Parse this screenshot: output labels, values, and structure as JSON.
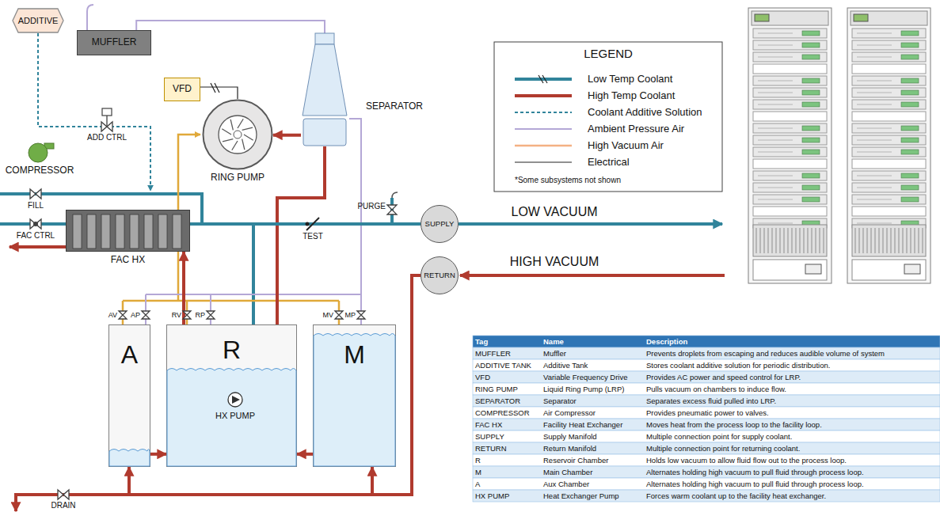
{
  "diagram": {
    "nodes": [
      {
        "text": [
          "ADDITIVE"
        ]
      },
      {
        "text": [
          "MUFFLER"
        ]
      },
      {
        "text": [
          "VFD"
        ]
      },
      {
        "text": [
          "RING PUMP"
        ]
      },
      {
        "text": [
          "SEPARATOR"
        ]
      },
      {
        "text": [
          "COMPRESSOR"
        ]
      },
      {
        "text": [
          "FAC HX"
        ]
      },
      {
        "text": [
          "SUPPLY"
        ]
      },
      {
        "text": [
          "RETURN"
        ]
      },
      {
        "text": [
          "A"
        ]
      },
      {
        "text": [
          "R"
        ]
      },
      {
        "text": [
          "HX PUMP"
        ],
        "in": 10
      },
      {
        "text": [
          "M"
        ]
      }
    ],
    "edges": [
      {
        "from": 4,
        "to": 3,
        "arrow": "to"
      },
      {
        "from": 4,
        "to": 10,
        "arrow": "none"
      },
      {
        "from": 11,
        "to": 6,
        "arrow": "to"
      },
      {
        "from": 6,
        "to": 7,
        "arrow": "none"
      },
      {
        "from": 8,
        "to": 12,
        "arrow": "to"
      },
      {
        "from": 8,
        "to": 9,
        "arrow": "to"
      },
      {
        "from": 9,
        "to": 10,
        "arrow": "to"
      },
      {
        "from": 12,
        "to": 10,
        "arrow": "to"
      },
      {
        "from": 1,
        "to": 4,
        "arrow": "none"
      },
      {
        "from": 2,
        "to": 3,
        "arrow": "none"
      }
    ],
    "labels": [
      "FILL",
      "FAC CTRL",
      "ADD CTRL",
      "TEST",
      "PURGE",
      "AV",
      "AP",
      "RV",
      "RP",
      "MV",
      "MP",
      "DRAIN",
      "LOW VACUUM",
      "HIGH VACUUM",
      "LEGEND",
      "*Some subsystems not shown",
      "Tag",
      "Name",
      "Description",
      "MUFFLER",
      "Muffler",
      "Prevents droplets from escaping and reduces audible volume of system",
      "ADDITIVE TANK",
      "Additive Tank",
      "Stores coolant additive solution for periodic distribution.",
      "VFD",
      "Variable Frequency Drive",
      "Provides AC power and speed control for LRP.",
      "RING PUMP",
      "Liquid Ring Pump (LRP)",
      "Pulls vacuum on chambers to induce flow.",
      "SEPARATOR",
      "Separator",
      "Separates excess fluid pulled into LRP.",
      "COMPRESSOR",
      "Air Compressor",
      "Provides pneumatic power to valves.",
      "FAC HX",
      "Facility Heat Exchanger",
      "Moves heat from the process loop to the facility loop.",
      "SUPPLY",
      "Supply Manifold",
      "Multiple connection point for supply coolant.",
      "RETURN",
      "Return Manifold",
      "Multiple connection point for returning coolant.",
      "R",
      "Reservoir Chamber",
      "Holds low vacuum to allow fluid flow out to the process loop.",
      "M",
      "Main Chamber",
      "Alternates holding high vacuum to pull fluid through process loop.",
      "A",
      "Aux Chamber",
      "Alternates holding high vacuum to pull fluid through process loop.",
      "HX PUMP",
      "Heat Exchanger Pump",
      "Forces warm coolant up to the facility heat exchanger."
    ],
    "legend": [
      {
        "text": "Low Temp Coolant"
      },
      {
        "text": "High Temp Coolant"
      },
      {
        "text": "Coolant Additive Solution"
      },
      {
        "text": "Ambient Pressure Air"
      },
      {
        "text": "High Vacuum Air"
      },
      {
        "text": "Electrical"
      }
    ]
  }
}
